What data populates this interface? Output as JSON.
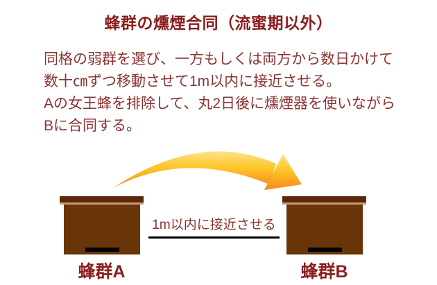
{
  "page": {
    "title": "蜂群の燻煙合同（流蜜期以外）"
  },
  "description": {
    "lines": [
      "同格の弱群を選び、一方もしくは両方から数日かけて",
      "数十㎝ずつ移動させて1m以内に接近させる。",
      "Aの女王蜂を排除して、丸2日後に燻煙器を使いながら",
      "Bに合同する。"
    ]
  },
  "diagram": {
    "hive_a_label": "蜂群A",
    "hive_b_label": "蜂群B",
    "distance_note": "1m以内に接近させる",
    "arrow_icon": "curved-swoosh-arrow-right"
  },
  "colors": {
    "background": "#ffffff",
    "title_text": "#8b1c1c",
    "body_text": "#8b3333",
    "label_text": "#8b2020",
    "hive_lid": "#59280a",
    "hive_lid_underside": "#c79e74",
    "hive_body": "#693408",
    "hive_entrance": "#000000",
    "distance_line": "#000000",
    "arrow_gradient_top": "#ffe289",
    "arrow_gradient_mid": "#ffc526",
    "arrow_gradient_bottom": "#f5891d"
  }
}
